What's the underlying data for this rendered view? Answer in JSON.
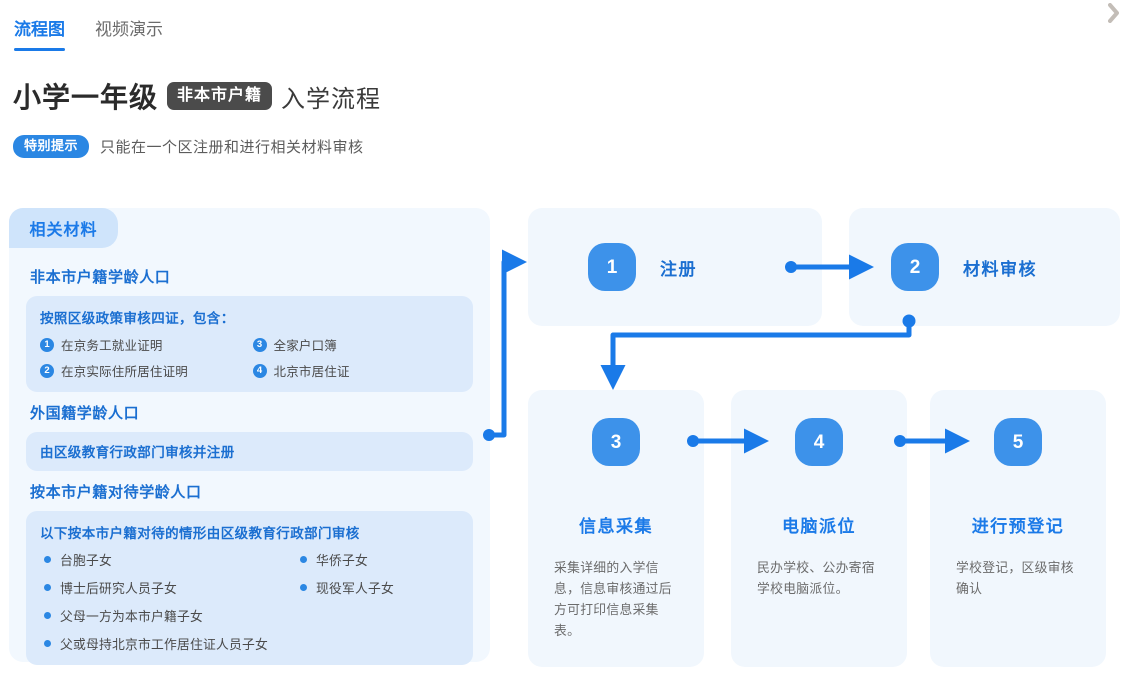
{
  "tabs": [
    {
      "label": "流程图",
      "active": true
    },
    {
      "label": "视频演示",
      "active": false
    }
  ],
  "heading": {
    "main": "小学一年级",
    "chip": "非本市户籍",
    "tail": "入学流程"
  },
  "notice": {
    "chip": "特别提示",
    "text": "只能在一个区注册和进行相关材料审核"
  },
  "materials_panel": {
    "tab_label": "相关材料",
    "sections": [
      {
        "heading": "非本市户籍学龄人口",
        "box_title": "按照区级政策审核四证，包含：",
        "items": [
          {
            "num": "1",
            "text": "在京务工就业证明"
          },
          {
            "num": "3",
            "text": "全家户口簿"
          },
          {
            "num": "2",
            "text": "在京实际住所居住证明"
          },
          {
            "num": "4",
            "text": "北京市居住证"
          }
        ]
      },
      {
        "heading": "外国籍学龄人口",
        "box_title": "由区级教育行政部门审核并注册",
        "items": []
      },
      {
        "heading": "按本市户籍对待学龄人口",
        "box_title": "以下按本市户籍对待的情形由区级教育行政部门审核",
        "bullets_left": [
          "台胞子女",
          "博士后研究人员子女",
          "父母一方为本市户籍子女",
          "父或母持北京市工作居住证人员子女"
        ],
        "bullets_right": [
          "华侨子女",
          "现役军人子女"
        ]
      }
    ]
  },
  "flow": {
    "top_steps": [
      {
        "num": "1",
        "label": "注册"
      },
      {
        "num": "2",
        "label": "材料审核"
      }
    ],
    "bottom_steps": [
      {
        "num": "3",
        "label": "信息采集",
        "desc": "采集详细的入学信息，信息审核通过后方可打印信息采集表。"
      },
      {
        "num": "4",
        "label": "电脑派位",
        "desc": "民办学校、公办寄宿学校电脑派位。"
      },
      {
        "num": "5",
        "label": "进行预登记",
        "desc": "学校登记，区级审核确认"
      }
    ]
  },
  "icons": {
    "corner": "chevron-right-icon"
  },
  "colors": {
    "accent_blue": "#1b7ae8",
    "badge_blue": "#3d92ea",
    "panel_bg": "#f2f8fe",
    "inner_box_bg": "#dceafb",
    "card_bg": "#f1f7fd",
    "chip_dark": "#4b4b4b",
    "connector": "#1a7ae8"
  }
}
